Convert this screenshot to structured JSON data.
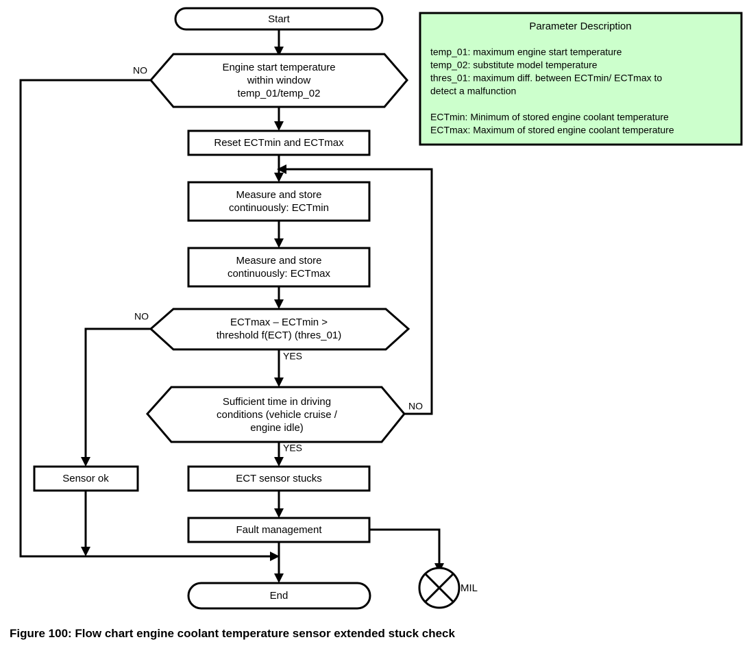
{
  "figure": {
    "caption": "Figure 100: Flow chart engine coolant temperature sensor extended stuck check",
    "background_color": "#ffffff",
    "line_color": "#000000"
  },
  "parameter_box": {
    "title": "Parameter Description",
    "fill_color": "#ccffcc",
    "border_color": "#000000",
    "lines": [
      "temp_01: maximum engine start temperature",
      "temp_02: substitute model temperature",
      "thres_01: maximum diff. between ECTmin/ ECTmax to",
      "detect a malfunction",
      "",
      "ECTmin: Minimum of stored engine coolant temperature",
      "ECTmax: Maximum of stored engine coolant temperature"
    ]
  },
  "nodes": {
    "start": {
      "label": "Start",
      "shape": "terminator"
    },
    "decision_window": {
      "shape": "decision",
      "line1": "Engine start temperature",
      "line2": "within window",
      "line3": "temp_01/temp_02"
    },
    "reset": {
      "label": "Reset ECTmin and ECTmax",
      "shape": "process"
    },
    "measure_min": {
      "shape": "process",
      "line1": "Measure and store",
      "line2": "continuously: ECTmin"
    },
    "measure_max": {
      "shape": "process",
      "line1": "Measure and store",
      "line2": "continuously: ECTmax"
    },
    "decision_threshold": {
      "shape": "decision",
      "line1": "ECTmax – ECTmin >",
      "line2": "threshold f(ECT) (thres_01)"
    },
    "decision_time": {
      "shape": "decision",
      "line1": "Sufficient time in driving",
      "line2": "conditions (vehicle cruise /",
      "line3": "engine idle)"
    },
    "sensor_ok": {
      "label": "Sensor ok",
      "shape": "process"
    },
    "sensor_stucks": {
      "label": "ECT sensor stucks",
      "shape": "process"
    },
    "fault_management": {
      "label": "Fault management",
      "shape": "process"
    },
    "end": {
      "label": "End",
      "shape": "terminator"
    },
    "mil": {
      "label": "MIL",
      "shape": "lamp-circle-x"
    }
  },
  "branch_labels": {
    "window_no": "NO",
    "threshold_no": "NO",
    "threshold_yes": "YES",
    "time_no": "NO",
    "time_yes": "YES"
  }
}
